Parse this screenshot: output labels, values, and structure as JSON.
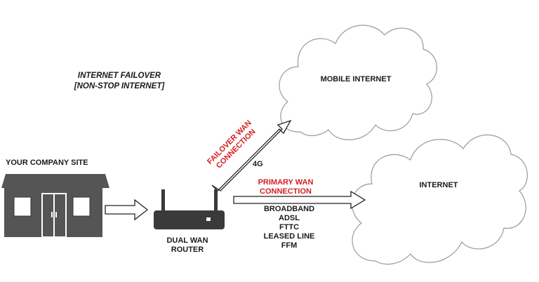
{
  "title": {
    "line1": "INTERNET FAILOVER",
    "line2": "[NON-STOP INTERNET]"
  },
  "site": {
    "label": "YOUR COMPANY SITE"
  },
  "router": {
    "line1": "DUAL WAN",
    "line2": "ROUTER"
  },
  "failover": {
    "line1": "FAILOVER WAN",
    "line2": "CONNECTION",
    "tech": "4G"
  },
  "primary": {
    "line1": "PRIMARY WAN",
    "line2": "CONNECTION",
    "techs": [
      "BROADBAND",
      "ADSL",
      "FTTC",
      "LEASED LINE",
      "FFM"
    ]
  },
  "clouds": {
    "mobile": "MOBILE INTERNET",
    "internet": "INTERNET"
  },
  "colors": {
    "accent": "#d62020",
    "building": "#555555",
    "router": "#3a3a3a"
  }
}
